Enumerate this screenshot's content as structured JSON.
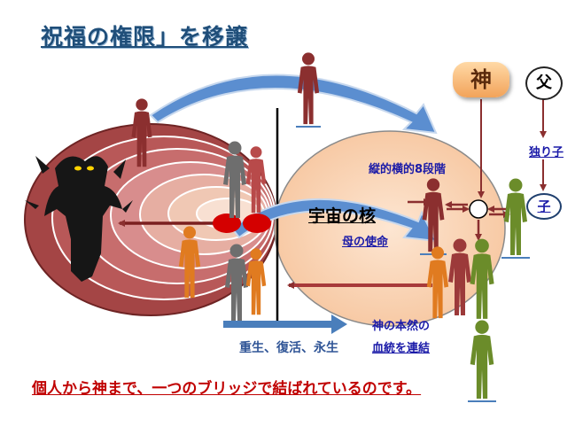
{
  "title": "祝福の権限」を移譲",
  "labels": {
    "kami": "神",
    "chichi": "父",
    "hitorigo": "独り子",
    "ko": "子",
    "dankai": "縦的横的8段階",
    "uchuu_no_kaku": "宇宙の核",
    "haha_no_shimei": "母の使命",
    "ketto_line1": "神の本然の",
    "ketto_line2": "血統を連結",
    "fukkatsu": "重生、復活、永生",
    "bridge": "個人から神まで、一つのブリッジで結ばれているのです。"
  },
  "colors": {
    "title": "#1f4e79",
    "blue_text": "#1a1aa8",
    "bridge_text": "#c00000",
    "rings_dark": "#a94a4a",
    "rings_light": "#f3c7a8",
    "ellipse_fill": "#fbd5b5",
    "figure_red": "#8b2f2f",
    "figure_green": "#6b8c2a",
    "figure_orange": "#e07b20",
    "figure_gray": "#6e6e6e",
    "arrow_blue": "#4a7ebb",
    "arrow_brown": "#8b2f2f"
  }
}
